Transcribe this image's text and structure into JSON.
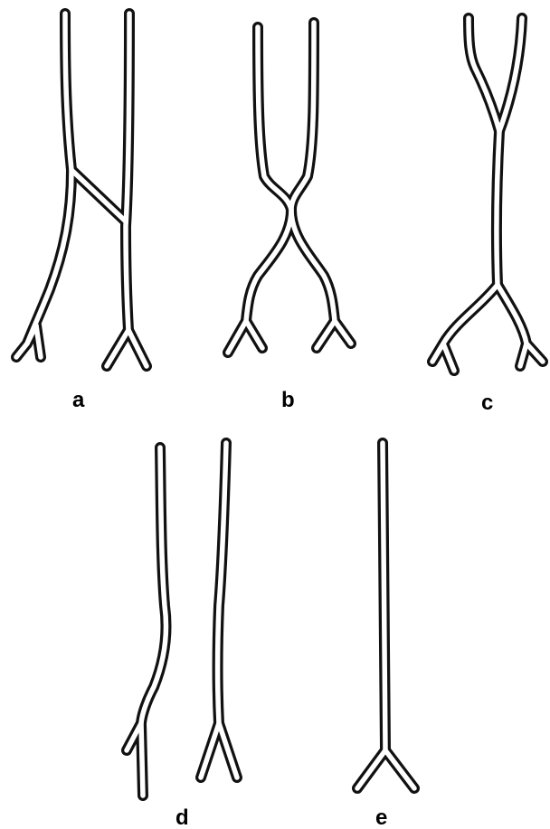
{
  "figure": {
    "panels": [
      {
        "id": "a",
        "label": "a"
      },
      {
        "id": "b",
        "label": "b"
      },
      {
        "id": "c",
        "label": "c"
      },
      {
        "id": "d",
        "label": "d"
      },
      {
        "id": "e",
        "label": "e"
      }
    ]
  },
  "colors": {
    "line": "#111111",
    "lumen": "#ffffff",
    "background": "#ffffff"
  }
}
